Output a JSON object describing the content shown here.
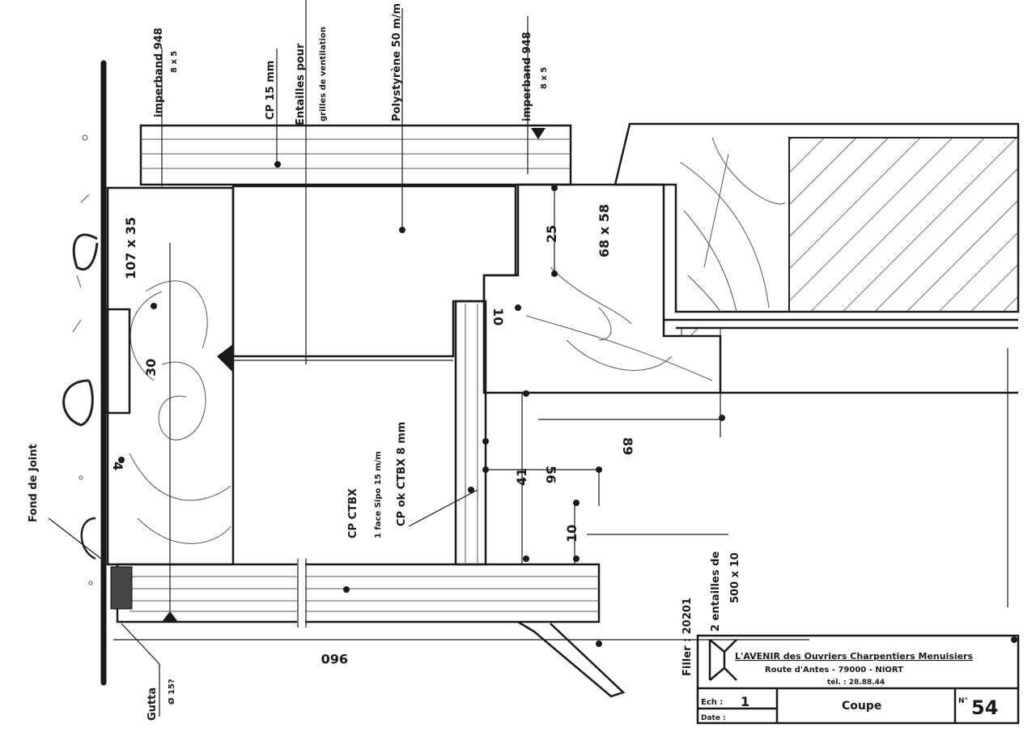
{
  "drawing": {
    "labels": {
      "imperband_left": "imperband 948",
      "imperband_left_size": "8 x 5",
      "cp_top": "CP 15 mm",
      "entailles_1": "Entailles pour",
      "entailles_2": "grilles de ventilation",
      "polystyrene": "Polystyrène 50 m/m",
      "imperband_right": "imperband 948",
      "imperband_right_size": "8 x 5",
      "post_section": "107 x 35",
      "block_section": "68 x 58",
      "cp_ctbx": "CP CTBX",
      "face_sipo": "1 face Sipo 15 m/m",
      "cp_ok_ctbx": "CP ok CTBX 8 mm",
      "fond_de_joint": "Fond de Joint",
      "gutta": "Gutta",
      "gutta_size": "Ø 15?",
      "filler": "Filler : 20201",
      "entailles_bottom_1": "2 entailles de",
      "entailles_bottom_2": "500 x 10"
    },
    "dimensions": {
      "d30": "30",
      "d10_top": "10",
      "d25": "25",
      "d89": "89",
      "d41": "41",
      "d56": "56",
      "d10_bottom": "10",
      "d4": "4",
      "d960": "960"
    },
    "title_block": {
      "company": "L'AVENIR des Ouvriers Charpentiers Menuisiers",
      "address": "Route d'Antes - 79000 - NIORT",
      "phone": "tél. : 28.88.44",
      "scale_label": "Ech :",
      "scale_value": "1",
      "date_label": "Date :",
      "title": "Coupe",
      "number_label": "N°",
      "number_value": "54"
    }
  }
}
